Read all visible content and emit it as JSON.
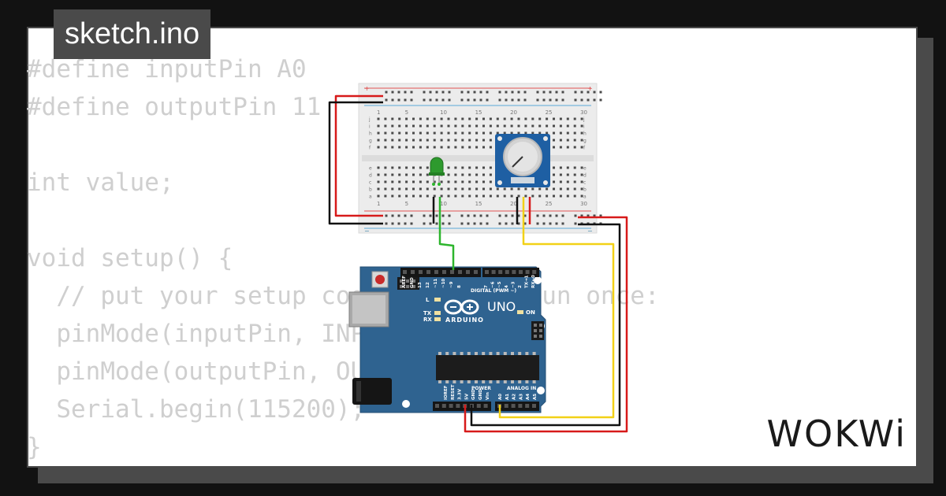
{
  "file_tab": {
    "label": "sketch.ino"
  },
  "code_lines": [
    "#define inputPin A0",
    "#define outputPin 11",
    "",
    "int value;",
    "",
    "void setup() {",
    "  // put your setup code here, to run once:",
    "  pinMode(inputPin, INPUT);",
    "  pinMode(outputPin, OUTPUT);",
    "  Serial.begin(115200);",
    "}"
  ],
  "brand": {
    "logo": "WOKWi"
  },
  "breadboard": {
    "column_numbers_top": [
      "1",
      "5",
      "10",
      "15",
      "20",
      "25",
      "30"
    ],
    "column_numbers_bottom": [
      "1",
      "5",
      "10",
      "15",
      "20",
      "25",
      "30"
    ],
    "row_letters_top": [
      "j",
      "i",
      "h",
      "g",
      "f"
    ],
    "row_letters_bottom": [
      "e",
      "d",
      "c",
      "b",
      "a"
    ],
    "rail_symbols": {
      "plus": "+",
      "minus": "−"
    }
  },
  "arduino": {
    "model": "UNO",
    "brand_name": "ARDUINO",
    "digital_label": "DIGITAL (PWM ~)",
    "power_label": "POWER",
    "analog_label": "ANALOG IN",
    "led_labels": {
      "l": "L",
      "tx": "TX",
      "rx": "RX",
      "on": "ON"
    },
    "digital_pins": [
      "AREF",
      "GND",
      "13",
      "12",
      "~11",
      "~10",
      "~9",
      "8",
      "7",
      "~6",
      "~5",
      "4",
      "~3",
      "2",
      "TX→1",
      "RX←0"
    ],
    "power_pins": [
      "IOREF",
      "RESET",
      "3.3V",
      "5V",
      "GND",
      "GND",
      "Vin"
    ],
    "analog_pins": [
      "A0",
      "A1",
      "A2",
      "A3",
      "A4",
      "A5"
    ]
  },
  "colors": {
    "background": "#121212",
    "card_shadow": "#4a4a4a",
    "code_text": "#cfcfcf",
    "arduino_board": "#2f6390",
    "wire_red": "#d71a1a",
    "wire_black": "#111111",
    "wire_yellow": "#f2d117",
    "wire_green": "#2db52d",
    "led_green": "#2e9a2e",
    "pot_board": "#1e5fa3"
  },
  "icons": {
    "potentiometer": "potentiometer-icon",
    "led": "led-icon",
    "usb_port": "usb-port-icon",
    "power_jack": "power-jack-icon",
    "reset_button": "reset-button-icon"
  }
}
